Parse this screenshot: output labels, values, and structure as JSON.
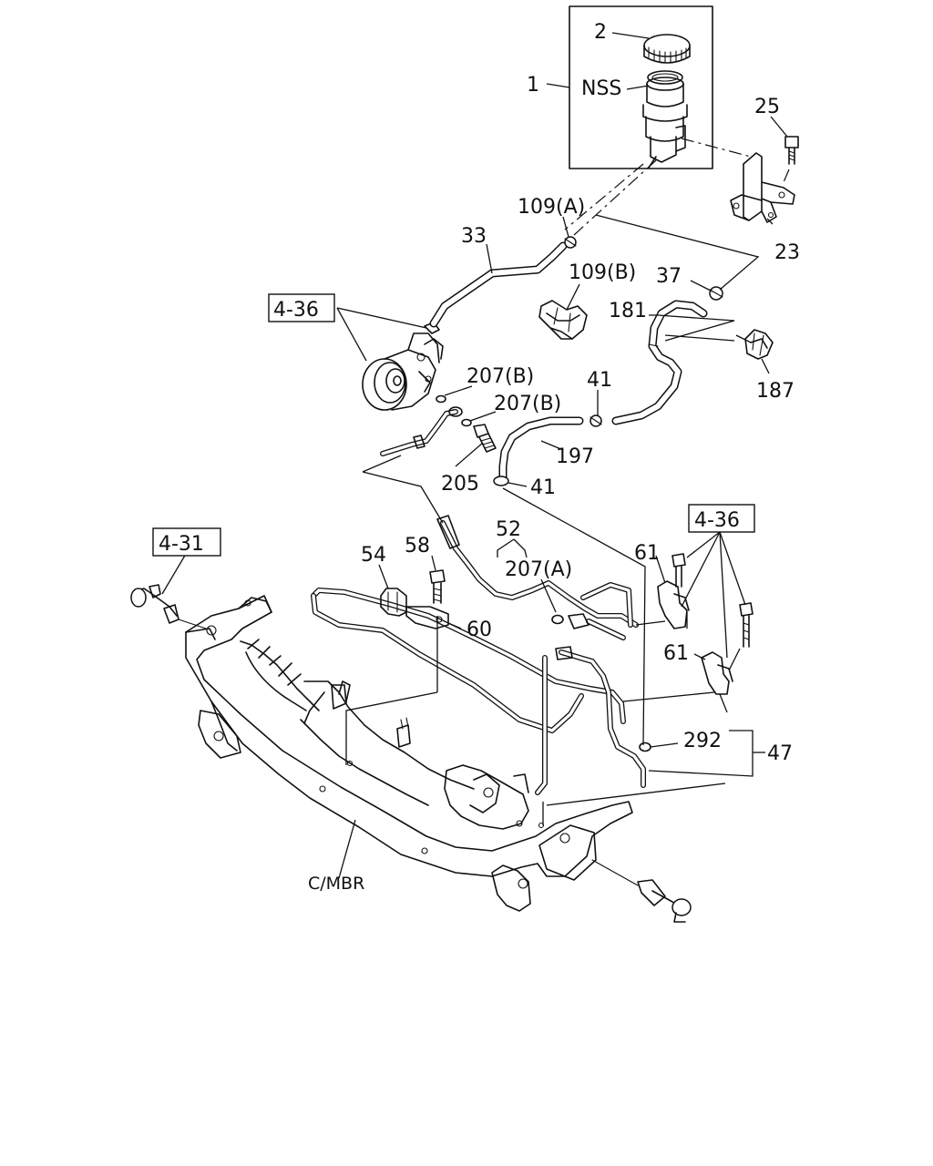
{
  "labels": {
    "l1": "1",
    "l2": "2",
    "nss": "NSS",
    "l25": "25",
    "l23": "23",
    "l109a": "109(A)",
    "l109b": "109(B)",
    "l33": "33",
    "l37": "37",
    "l181": "181",
    "l187": "187",
    "ref436a": "4-36",
    "l207b1": "207(B)",
    "l207b2": "207(B)",
    "l41a": "41",
    "l41b": "41",
    "l197": "197",
    "l205": "205",
    "l52": "52",
    "l207a": "207(A)",
    "ref431": "4-31",
    "l54": "54",
    "l58": "58",
    "l60": "60",
    "ref436b": "4-36",
    "l61a": "61",
    "l61b": "61",
    "l292": "292",
    "l47": "47",
    "cmbr": "C/MBR"
  }
}
